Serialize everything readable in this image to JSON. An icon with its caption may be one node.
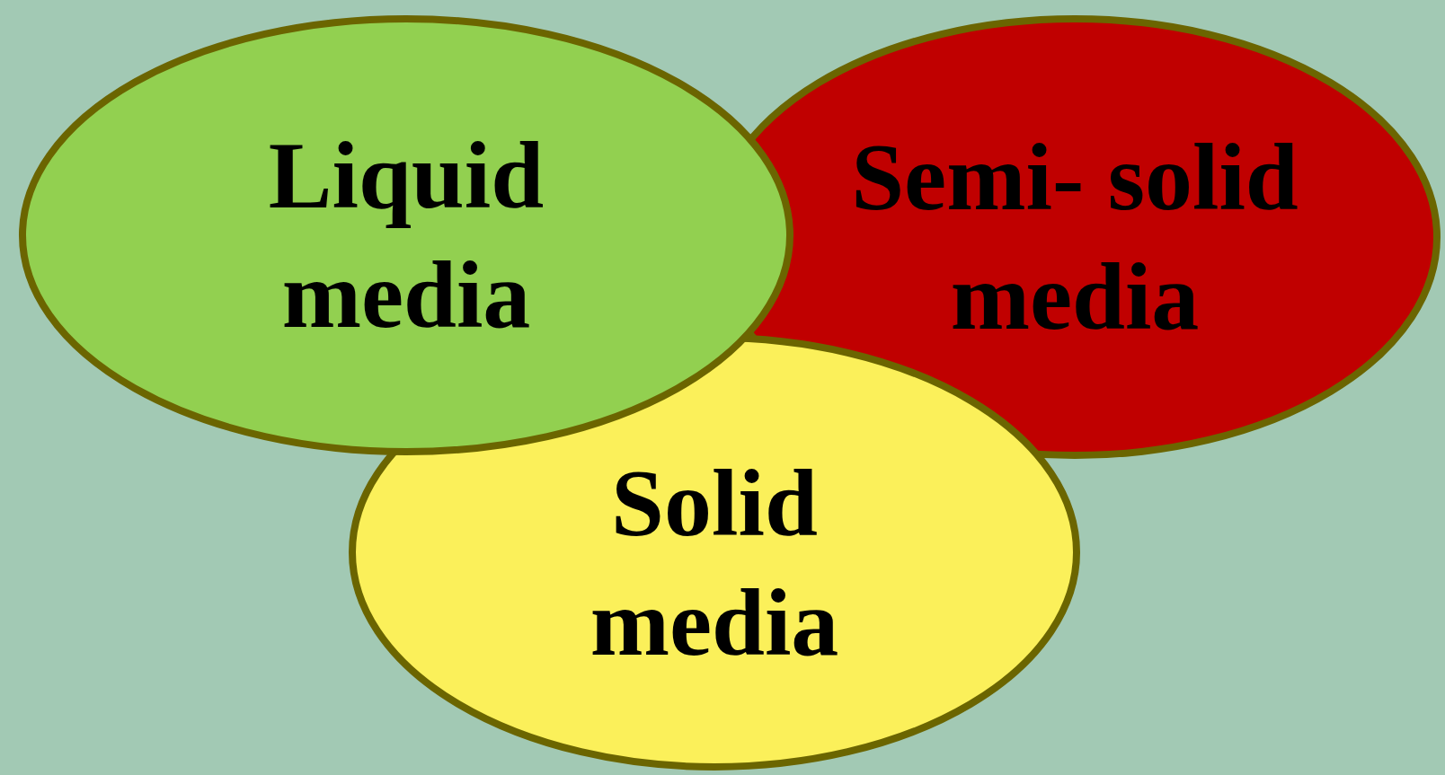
{
  "diagram": {
    "nodes": [
      {
        "text": [
          "Liquid media"
        ]
      },
      {
        "text": [
          "Semi- solid media"
        ]
      },
      {
        "text": [
          "Solid media"
        ]
      }
    ]
  }
}
